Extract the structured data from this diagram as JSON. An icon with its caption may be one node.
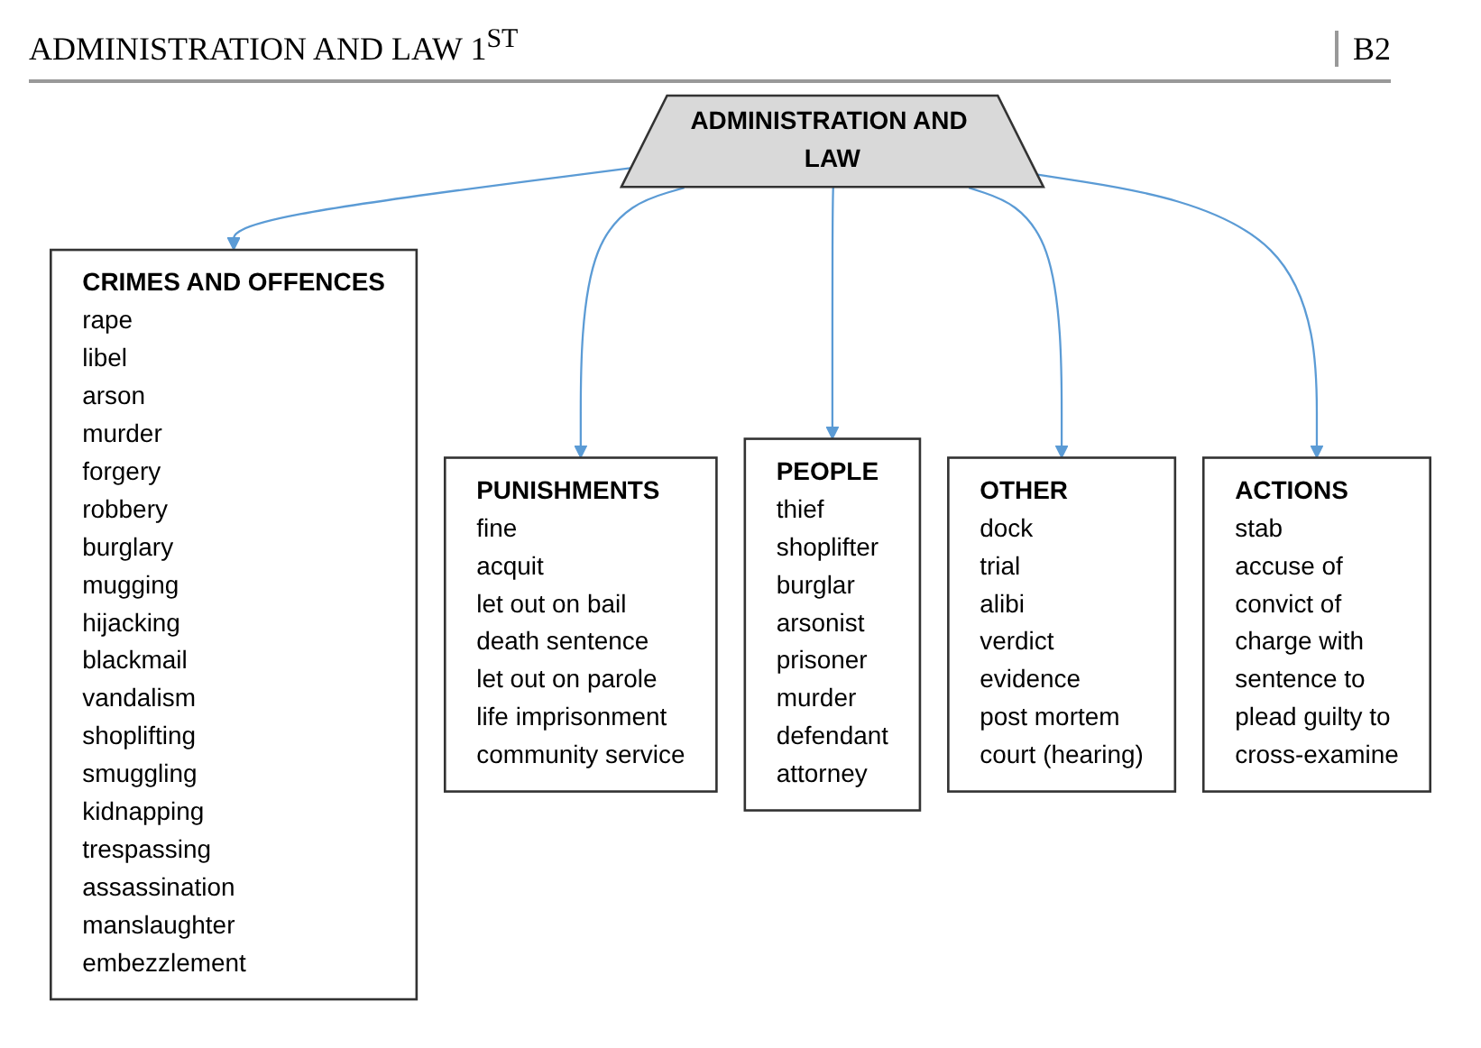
{
  "diagram": {
    "title": "ADMINISTRATION AND LAW 1$^{ST}$",
    "nodes": [
      {
        "text": [
          "PUNISHMENTS",
          "fine",
          "acquit",
          "let out on bail",
          "death sentence",
          "let out on parole",
          "life imprisonment",
          "community service"
        ]
      },
      {
        "text": [
          "PEOPLE",
          "thief",
          "shoplifter",
          "burglar",
          "arsonist",
          "prisoner",
          "murder",
          "defendant",
          "attorney"
        ]
      },
      {
        "text": [
          "CRIMES AND OFFENCES",
          "rape",
          "libel",
          "arson",
          "murder",
          "forgery",
          "robbery",
          "burglary",
          "mugging",
          "hijacking",
          "blackmail",
          "vandalism",
          "shoplifting",
          "smuggling",
          "kidnapping",
          "trespassing",
          "assassination",
          "manslaughter",
          "embezzlement"
        ]
      },
      {
        "text": [
          "ADMINISTRATION AND LAW"
        ]
      },
      {
        "text": [
          "OTHER",
          "dock",
          "trial",
          "alibi",
          "verdict",
          "evidence",
          "post mortem",
          "court (hearing)"
        ]
      },
      {
        "text": [
          "ACTIONS",
          "stab",
          "accuse of",
          "convict of",
          "charge with",
          "sentence to",
          "plead guilty to",
          "cross-examine"
        ]
      }
    ],
    "edges": [
      {
        "from": 3,
        "to": 2,
        "arrow": "to"
      },
      {
        "from": 3,
        "to": 0,
        "arrow": "to"
      },
      {
        "from": 3,
        "to": 1,
        "arrow": "to"
      },
      {
        "from": 3,
        "to": 4,
        "arrow": "to"
      },
      {
        "from": 3,
        "to": 5,
        "arrow": "to"
      }
    ],
    "labels": [
      "B2"
    ]
  }
}
